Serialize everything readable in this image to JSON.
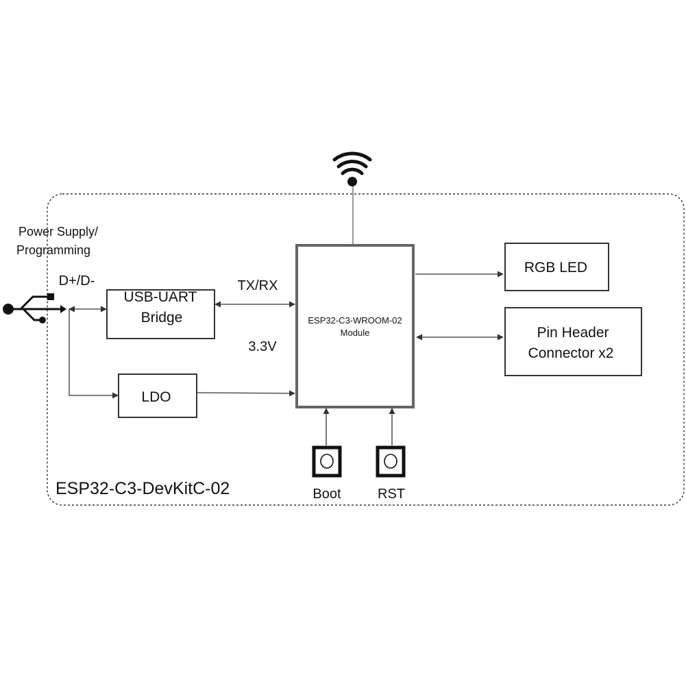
{
  "board": {
    "label": "ESP32-C3-DevKitC-02"
  },
  "power_label": {
    "line1": "Power Supply/",
    "line2": "Programming"
  },
  "usb": {
    "icon": "usb-icon",
    "signal_label": "D+/D-"
  },
  "blocks": {
    "usb_uart": {
      "line1": "USB-UART",
      "line2": "Bridge"
    },
    "ldo": {
      "label": "LDO"
    },
    "module": {
      "line1": "ESP32-C3-WROOM-02",
      "line2": "Module"
    },
    "rgb_led": {
      "label": "RGB LED"
    },
    "pin_header": {
      "line1": "Pin Header",
      "line2": "Connector  x2"
    }
  },
  "signals": {
    "txrx": "TX/RX",
    "power": "3.3V"
  },
  "buttons": {
    "boot": "Boot",
    "rst": "RST"
  },
  "antenna": {
    "icon": "wifi-icon"
  }
}
